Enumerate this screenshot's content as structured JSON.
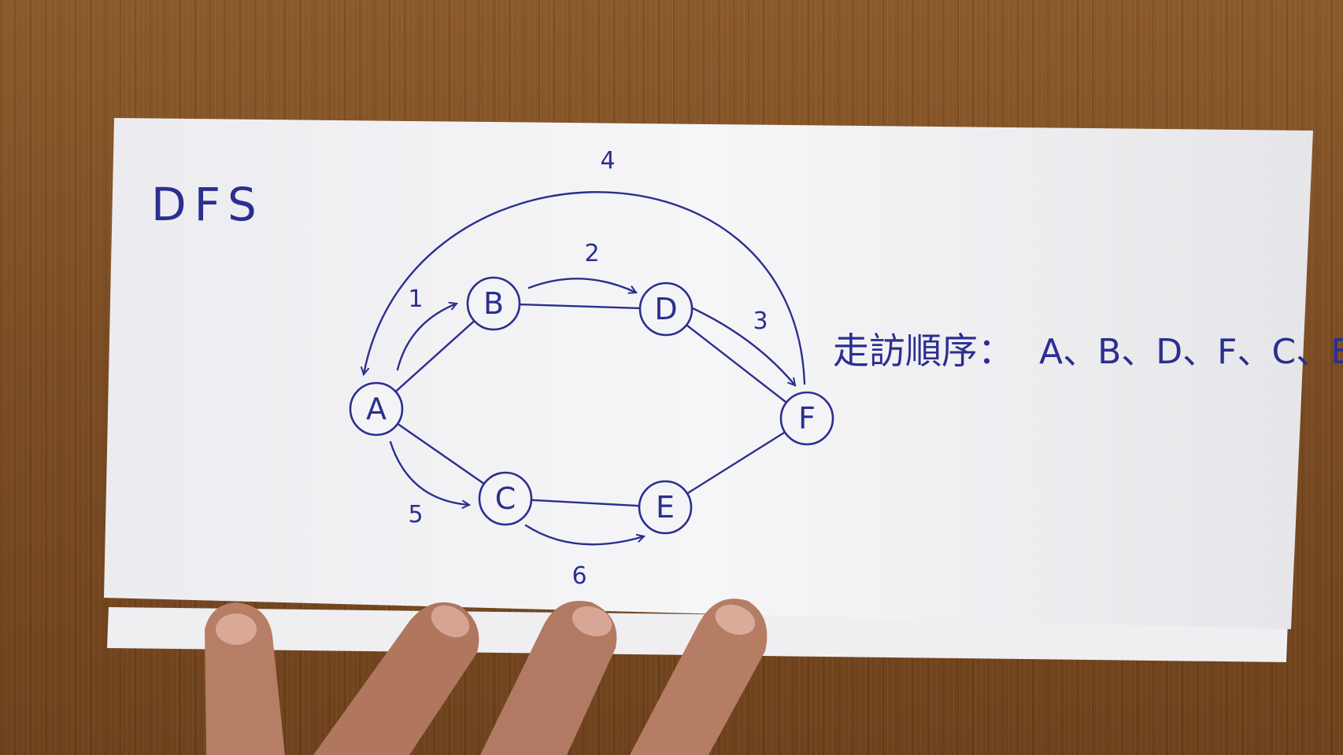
{
  "title": "DFS",
  "nodes": [
    {
      "id": "A",
      "label": "A"
    },
    {
      "id": "B",
      "label": "B"
    },
    {
      "id": "C",
      "label": "C"
    },
    {
      "id": "D",
      "label": "D"
    },
    {
      "id": "E",
      "label": "E"
    },
    {
      "id": "F",
      "label": "F"
    }
  ],
  "edges": [
    {
      "from": "A",
      "to": "B"
    },
    {
      "from": "B",
      "to": "D"
    },
    {
      "from": "D",
      "to": "F"
    },
    {
      "from": "A",
      "to": "C"
    },
    {
      "from": "C",
      "to": "E"
    },
    {
      "from": "E",
      "to": "F"
    }
  ],
  "traversal_steps": [
    {
      "order": "1",
      "from": "A",
      "to": "B"
    },
    {
      "order": "2",
      "from": "B",
      "to": "D"
    },
    {
      "order": "3",
      "from": "D",
      "to": "F"
    },
    {
      "order": "4",
      "from": "F",
      "to": "A"
    },
    {
      "order": "5",
      "from": "A",
      "to": "C"
    },
    {
      "order": "6",
      "from": "C",
      "to": "E"
    }
  ],
  "visit_order_label": "走訪順序：",
  "visit_order_sequence": "A、B、D、F、C、E",
  "ink_color": "#2b2f8f",
  "paper_color": "#f4f4f6"
}
